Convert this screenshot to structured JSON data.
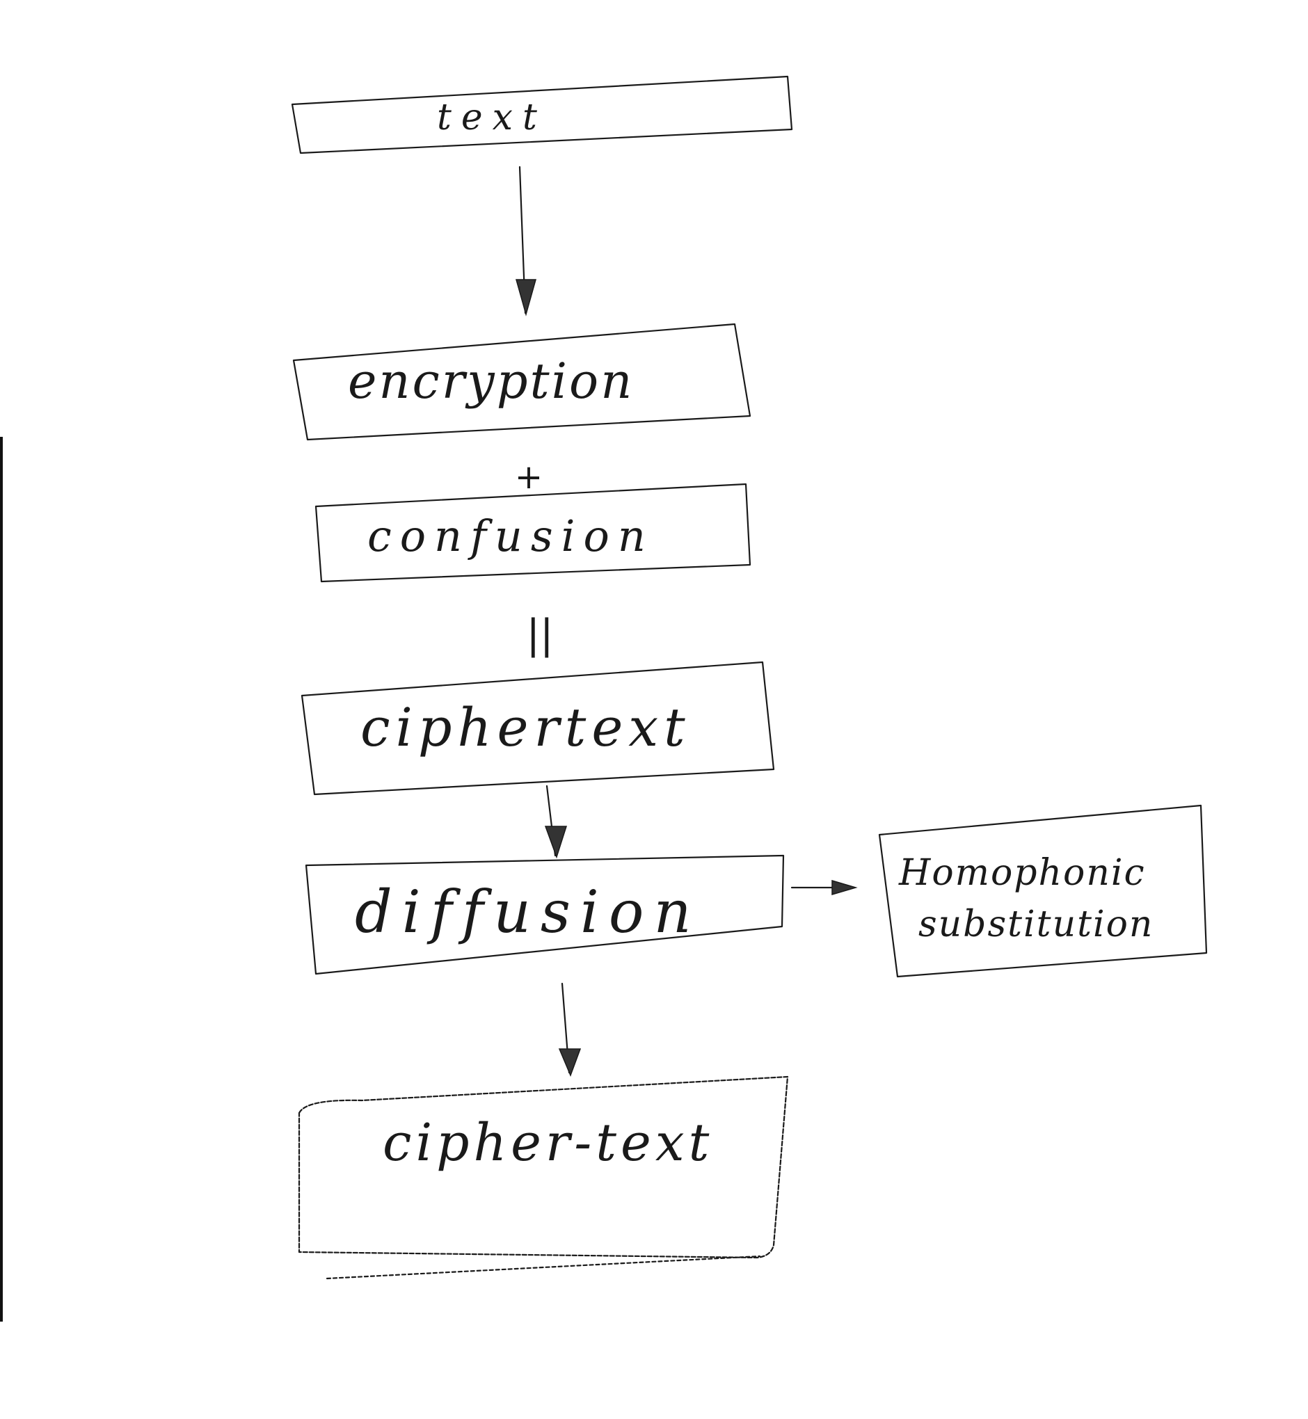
{
  "nodes": {
    "text": "text",
    "encryption": "encryption",
    "confusion": "confusion",
    "ciphertext_1": "ciphertext",
    "diffusion": "diffusion",
    "homophonic_line1": "Homophonic",
    "homophonic_line2": "substitution",
    "ciphertext_2": "cipher-text"
  },
  "connectors": {
    "plus": "+",
    "equals": "||"
  }
}
